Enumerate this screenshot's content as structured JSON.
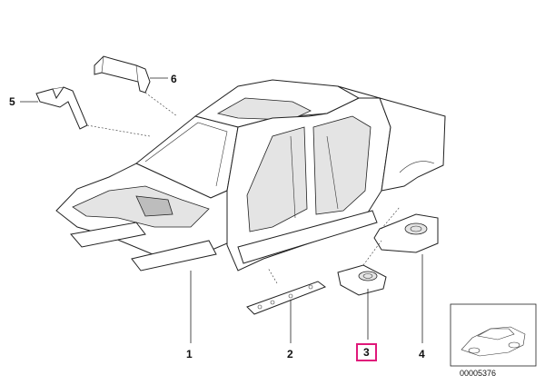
{
  "callouts": {
    "c1": "1",
    "c2": "2",
    "c3": "3",
    "c4": "4",
    "c5": "5",
    "c6": "6"
  },
  "selected_callout": "3",
  "highlight_color": "#e0187a",
  "thumbnail": {
    "ref_number": "00005376"
  }
}
